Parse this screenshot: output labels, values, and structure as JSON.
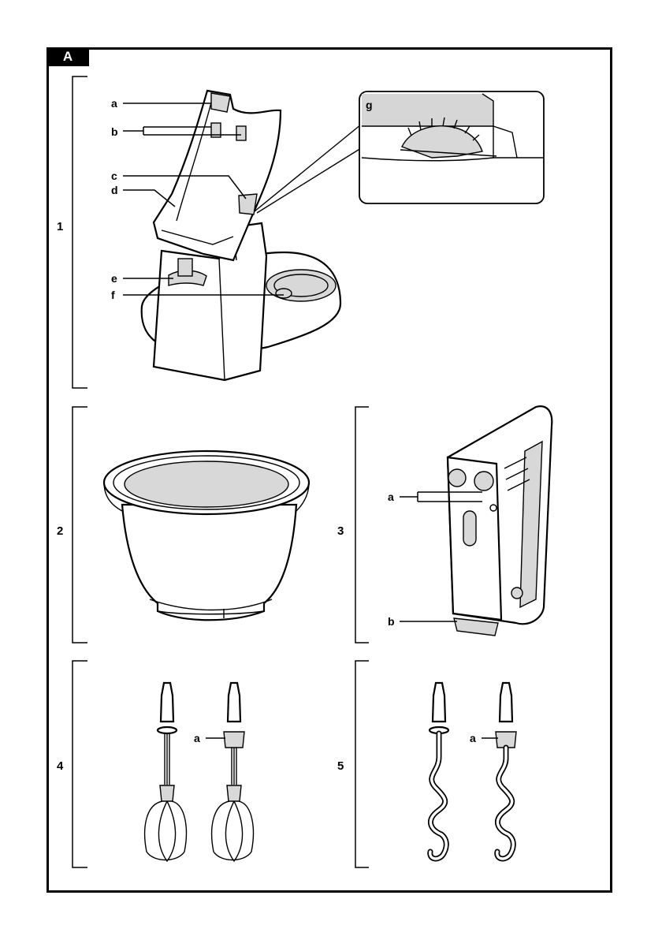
{
  "figure": {
    "tab_label": "A",
    "panels": [
      {
        "number": "1",
        "labels": [
          "a",
          "b",
          "c",
          "d",
          "e",
          "f"
        ],
        "detail_label": "g"
      },
      {
        "number": "2",
        "labels": []
      },
      {
        "number": "3",
        "labels": [
          "a",
          "b"
        ]
      },
      {
        "number": "4",
        "labels": [
          "a"
        ]
      },
      {
        "number": "5",
        "labels": [
          "a"
        ]
      }
    ]
  }
}
